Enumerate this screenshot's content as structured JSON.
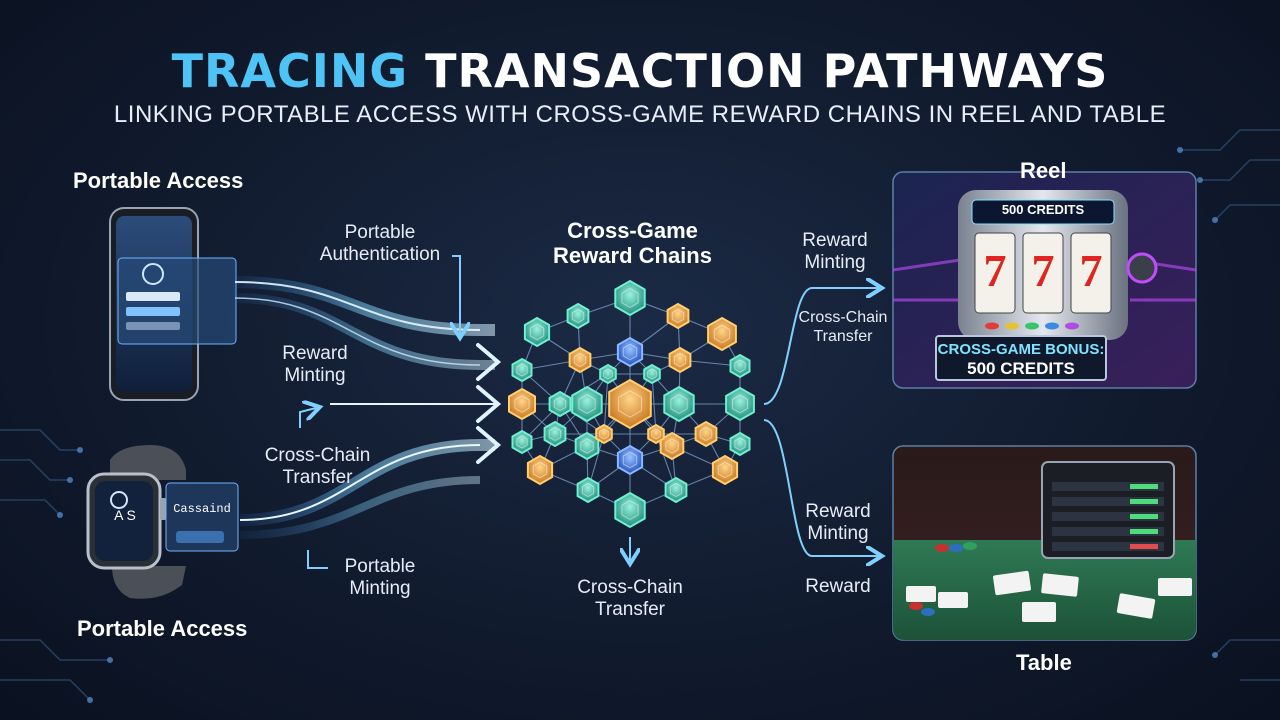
{
  "title": {
    "highlight": "TRACING",
    "rest": "TRANSACTION PATHWAYS"
  },
  "subtitle": "LINKING PORTABLE ACCESS WITH CROSS-GAME REWARD CHAINS IN REEL AND TABLE",
  "left": {
    "top_header": "Portable Access",
    "bottom_header": "Portable Access",
    "watch_text_1": "A S",
    "watch_text_2": "Cassaind"
  },
  "flow_labels": {
    "portable_authentication": [
      "Portable",
      "Authentication"
    ],
    "reward_minting_left": [
      "Reward",
      "Minting"
    ],
    "cross_chain_left": [
      "Cross-Chain",
      "Transfer"
    ],
    "portable_minting": [
      "Portable",
      "Minting"
    ],
    "cross_chain_bottom": [
      "Cross-Chain",
      "Transfer"
    ],
    "reward_minting_top_right": [
      "Reward",
      "Minting"
    ],
    "cross_chain_right": [
      "Cross-Chain",
      "Transfer"
    ],
    "reward_minting_bottom_right": [
      "Reward",
      "Minting"
    ],
    "reward_right": "Reward"
  },
  "center": {
    "header": [
      "Cross-Game",
      "Reward Chains"
    ]
  },
  "reel": {
    "header": "Reel",
    "top_display": "500 CREDITS",
    "bonus_line_1": "CROSS-GAME BONUS:",
    "bonus_line_2": "500 CREDITS",
    "reels": [
      "7",
      "7",
      "7"
    ]
  },
  "table": {
    "header": "Table"
  },
  "colors": {
    "accent_blue": "#4ec3f5",
    "hex_teal": "#3fd0b0",
    "hex_gold": "#f0a030",
    "hex_blue": "#3a7cf0",
    "arrow_blue": "#7fd0ff",
    "bonus_cyan": "#7fe3ff"
  }
}
